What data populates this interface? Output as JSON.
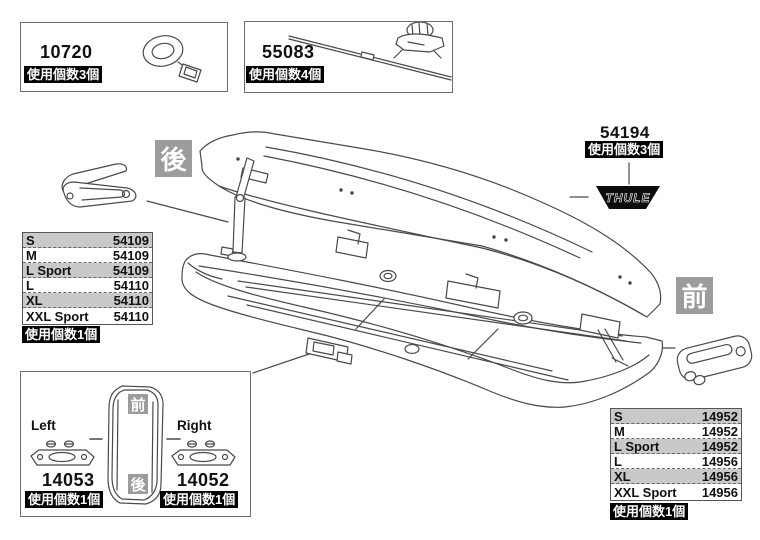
{
  "top_left_box": {
    "part_number": "10720",
    "usage": "使用個数3個"
  },
  "top_center_box": {
    "part_number": "55083",
    "usage": "使用個数4個"
  },
  "badge_part": {
    "part_number": "54194",
    "usage": "使用個数3個",
    "brand": "THULE"
  },
  "orientation": {
    "rear": "後",
    "front": "前"
  },
  "lid_lifter": {
    "usage": "使用個数1個",
    "rows": [
      {
        "size": "S",
        "part": "54109"
      },
      {
        "size": "M",
        "part": "54109"
      },
      {
        "size": "L Sport",
        "part": "54109"
      },
      {
        "size": "L",
        "part": "54110"
      },
      {
        "size": "XL",
        "part": "54110"
      },
      {
        "size": "XXL Sport",
        "part": "54110"
      }
    ]
  },
  "tension_handle": {
    "usage": "使用個数1個",
    "rows": [
      {
        "size": "S",
        "part": "14952"
      },
      {
        "size": "M",
        "part": "14952"
      },
      {
        "size": "L Sport",
        "part": "14952"
      },
      {
        "size": "L",
        "part": "14956"
      },
      {
        "size": "XL",
        "part": "14956"
      },
      {
        "size": "XXL Sport",
        "part": "14956"
      }
    ]
  },
  "bracket_box": {
    "left_label": "Left",
    "right_label": "Right",
    "front": "前",
    "rear": "後",
    "left_part": {
      "part_number": "14053",
      "usage": "使用個数1個"
    },
    "right_part": {
      "part_number": "14052",
      "usage": "使用個数1個"
    }
  },
  "colors": {
    "line": "#4a4a4a",
    "label_bg": "#000000",
    "orient_bg": "#9c9c9c",
    "row_alt": "#c9c9c9"
  }
}
